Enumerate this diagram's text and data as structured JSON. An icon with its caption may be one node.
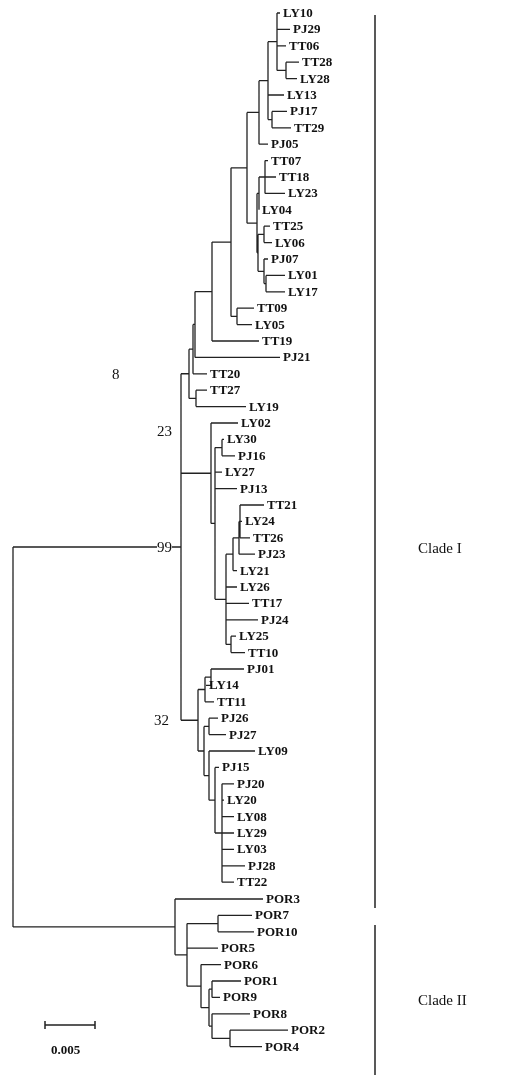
{
  "diagram": {
    "labels": [
      "LY10",
      "PJ29",
      "TT06",
      "TT28",
      "LY28",
      "LY13",
      "PJ17",
      "TT29",
      "PJ05",
      "TT07",
      "TT18",
      "LY23",
      "LY04",
      "TT25",
      "LY06",
      "PJ07",
      "LY01",
      "LY17",
      "TT09",
      "LY05",
      "TT19",
      "PJ21",
      "TT20",
      "TT27",
      "LY19",
      "LY02",
      "LY30",
      "PJ16",
      "LY27",
      "PJ13",
      "TT21",
      "LY24",
      "TT26",
      "PJ23",
      "LY21",
      "LY26",
      "TT17",
      "PJ24",
      "LY25",
      "TT10",
      "PJ01",
      "LY14",
      "TT11",
      "PJ26",
      "PJ27",
      "LY09",
      "PJ15",
      "PJ20",
      "LY20",
      "LY08",
      "LY29",
      "LY03",
      "PJ28",
      "TT22",
      "POR3",
      "POR7",
      "POR10",
      "POR5",
      "POR6",
      "POR1",
      "POR9",
      "POR8",
      "POR2",
      "POR4",
      "8",
      "23",
      "99",
      "32",
      "Clade I",
      "Clade II",
      "0.005"
    ]
  }
}
